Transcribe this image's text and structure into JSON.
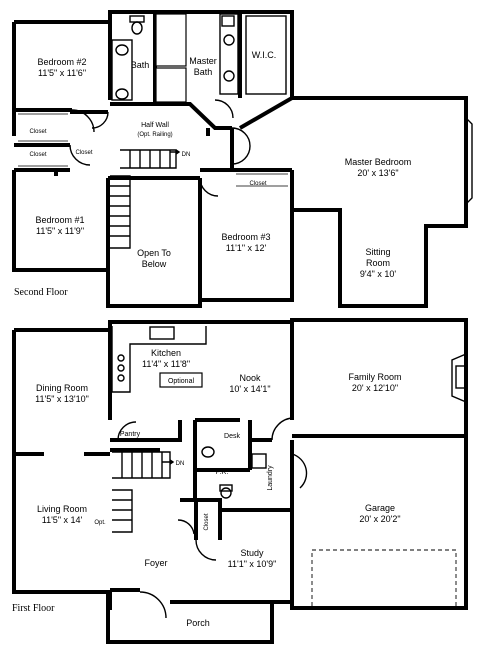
{
  "second_floor": {
    "caption": "Second Floor",
    "rooms": {
      "bedroom2": {
        "name": "Bedroom #2",
        "dims": "11'5\" x 11'6\""
      },
      "bath": {
        "name": "Bath"
      },
      "master_bath": {
        "name": "Master",
        "name2": "Bath"
      },
      "wic": {
        "name": "W.I.C."
      },
      "half_wall": {
        "name": "Half Wall",
        "name2": "(Opt. Railing)"
      },
      "closet_a": {
        "name": "Closet"
      },
      "closet_b": {
        "name": "Closet"
      },
      "closet_c": {
        "name": "Closet"
      },
      "closet_d": {
        "name": "Closet"
      },
      "dn": {
        "name": "DN"
      },
      "master_bedroom": {
        "name": "Master Bedroom",
        "dims": "20' x 13'6\""
      },
      "bedroom1": {
        "name": "Bedroom #1",
        "dims": "11'5\" x 11'9\""
      },
      "open_to_below": {
        "name": "Open To",
        "name2": "Below"
      },
      "bedroom3": {
        "name": "Bedroom #3",
        "dims": "11'1\" x 12'"
      },
      "sitting_room": {
        "name": "Sitting",
        "name2": "Room",
        "dims": "9'4\" x 10'"
      }
    }
  },
  "first_floor": {
    "caption": "First Floor",
    "rooms": {
      "kitchen": {
        "name": "Kitchen",
        "dims": "11'4\" x 11'8\""
      },
      "optional": {
        "name": "Optional"
      },
      "nook": {
        "name": "Nook",
        "dims": "10' x 14'1\""
      },
      "family_room": {
        "name": "Family Room",
        "dims": "20' x 12'10\""
      },
      "dining_room": {
        "name": "Dining Room",
        "dims": "11'5\" x 13'10\""
      },
      "pantry": {
        "name": "Pantry"
      },
      "desk": {
        "name": "Desk"
      },
      "dn": {
        "name": "DN"
      },
      "pr": {
        "name": "P.R."
      },
      "laundry": {
        "name": "Laundry"
      },
      "living_room": {
        "name": "Living Room",
        "dims": "11'5\" x 14'"
      },
      "opt": {
        "name": "Opt."
      },
      "closet": {
        "name": "Closet"
      },
      "garage": {
        "name": "Garage",
        "dims": "20' x 20'2\""
      },
      "foyer": {
        "name": "Foyer"
      },
      "study": {
        "name": "Study",
        "dims": "11'1\" x 10'9\""
      },
      "porch": {
        "name": "Porch"
      }
    }
  }
}
